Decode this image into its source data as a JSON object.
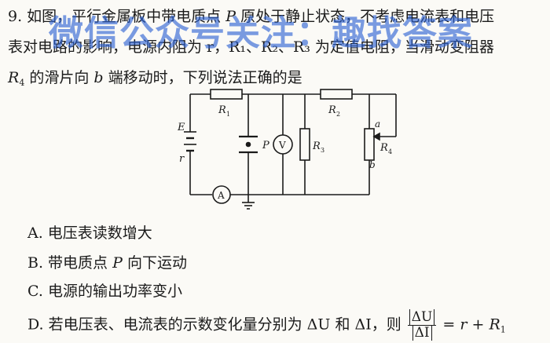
{
  "question": {
    "line1_prefix": "9. 如图，平行金属板中带电质点",
    "line1_P": "P",
    "line1_suffix": "原处于静止状态，不考虑电流表和电压",
    "line2": "表对电路的影响，电源内阻为 r，R₁、R₂、R₃ 为定值电阻，当滑动变阻器",
    "line3_R": "R",
    "line3_R_sub": "4",
    "line3_mid": "的滑片向",
    "line3_b": "b",
    "line3_suffix": "端移动时，下列说法正确的是"
  },
  "watermark": "微信公众号关注：趣找答案",
  "circuit": {
    "labels": {
      "E": "E",
      "r": "r",
      "R1_top": "R",
      "R1_top_sub": "1",
      "R2": "R",
      "R2_sub": "2",
      "R3": "R",
      "R3_sub": "3",
      "R4": "R",
      "R4_sub": "4",
      "P": "P",
      "V": "V",
      "A": "A",
      "a": "a",
      "b": "b"
    }
  },
  "options": {
    "A": "A. 电压表读数增大",
    "B_prefix": "B. 带电质点",
    "B_P": "P",
    "B_suffix": "向下运动",
    "C": "C. 电源的输出功率变小",
    "D_prefix": "D. 若电压表、电流表的示数变化量分别为 ΔU 和 ΔI，则",
    "D_num": "ΔU",
    "D_den": "ΔI",
    "D_suffix": "= r + R",
    "D_suffix_sub": "1"
  }
}
